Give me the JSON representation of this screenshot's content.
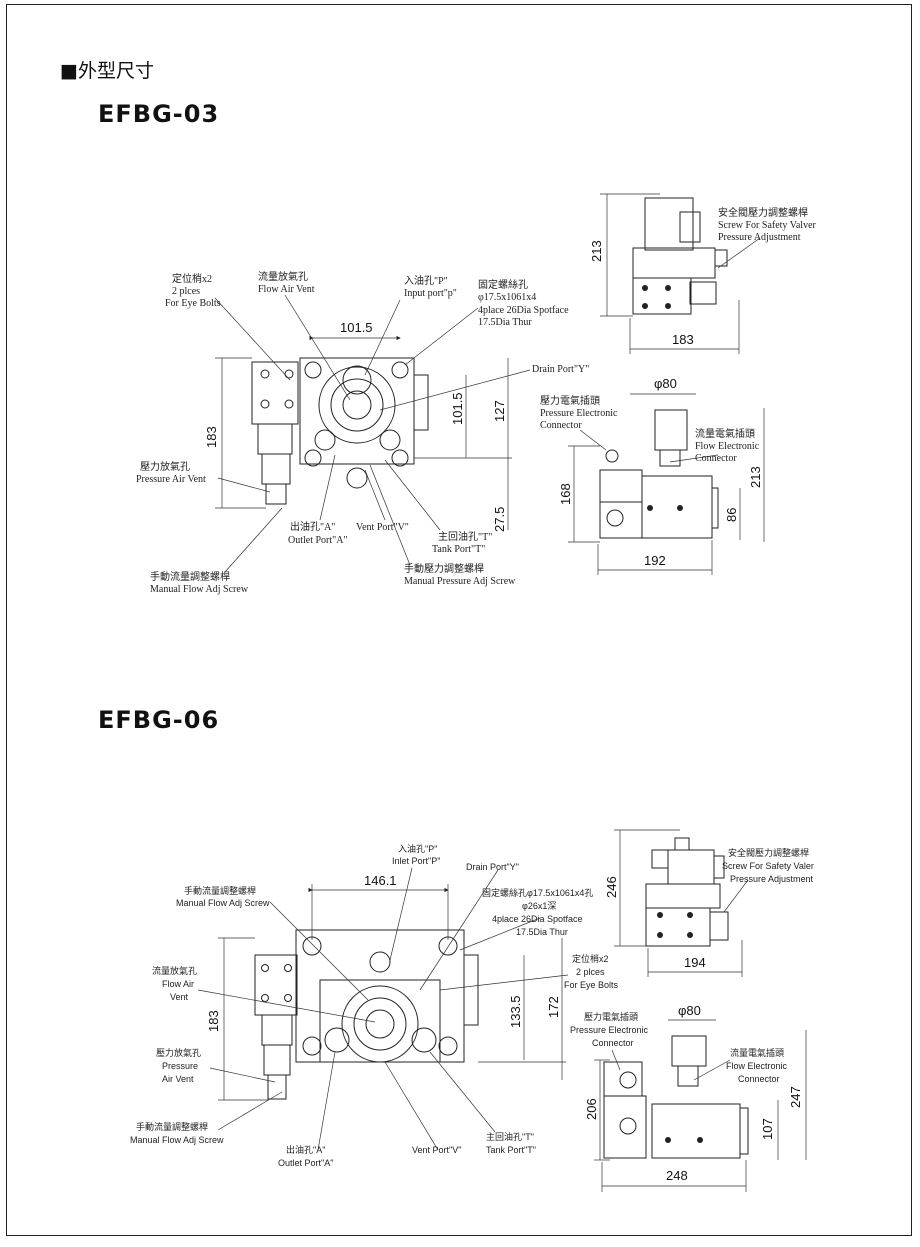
{
  "section_title": "■外型尺寸",
  "models": [
    {
      "name": "EFBG-03",
      "labels": {
        "eye_bolts": [
          "定位梢x2",
          "2 plces",
          "For Eye Bolts"
        ],
        "flow_air_vent": [
          "流量放氣孔",
          "Flow Air Vent"
        ],
        "input_port": [
          "入油孔\"P\"",
          "Input port\"p\""
        ],
        "fixing_screw": [
          "固定螺絲孔",
          "φ17.5x1061x4",
          "4place 26Dia Spotface",
          "17.5Dia Thur"
        ],
        "drain_port": "Drain Port\"Y\"",
        "pressure_air_vent": [
          "壓力放氣孔",
          "Pressure Air Vent"
        ],
        "outlet_port": [
          "出油孔\"A\"",
          "Outlet Port\"A\""
        ],
        "vent_port": "Vent Port\"V\"",
        "tank_port": [
          "主回油孔\"T\"",
          "Tank Port\"T\""
        ],
        "manual_pressure": [
          "手動壓力調整螺桿",
          "Manual Pressure Adj Screw"
        ],
        "manual_flow": [
          "手動流量調整螺桿",
          "Manual Flow Adj Screw"
        ],
        "safety_valve": [
          "安全閥壓力調整螺桿",
          "Screw For Safety Valver",
          "Pressure Adjustment"
        ],
        "pressure_connector": [
          "壓力電氣插頭",
          "Pressure Electronic",
          "Connector"
        ],
        "flow_connector": [
          "流量電氣插頭",
          "Flow Electronic",
          "Connector"
        ]
      },
      "dims": {
        "top_width": "101.5",
        "left_height": "183",
        "port_height": "101.5",
        "body_height": "127",
        "bottom_offset": "27.5",
        "side_height": "213",
        "side_width": "183",
        "conn_dia": "φ80",
        "front_height": "168",
        "front_total": "213",
        "front_mid": "86",
        "front_width": "192"
      }
    },
    {
      "name": "EFBG-06",
      "labels": {
        "input_port": [
          "入油孔\"P\"",
          "Inlet Port\"P\""
        ],
        "drain_port": "Drain Port\"Y\"",
        "manual_flow_top": [
          "手動流量調整螺桿",
          "Manual Flow Adj Screw"
        ],
        "fixing_screw": [
          "固定螺絲孔φ17.5x1061x4孔",
          "φ26x1深",
          "4place 26Dia Spotface",
          "17.5Dia Thur"
        ],
        "eye_bolts": [
          "定位梢x2",
          "2 plces",
          "For Eye Bolts"
        ],
        "flow_air_vent": [
          "流量放氣孔",
          "Flow Air",
          "Vent"
        ],
        "pressure_air_vent": [
          "壓力放氣孔",
          "Pressure",
          "Air Vent"
        ],
        "manual_flow": [
          "手動流量調整螺桿",
          "Manual Flow Adj Screw"
        ],
        "outlet_port": [
          "出油孔\"A\"",
          "Outlet Port\"A\""
        ],
        "vent_port": "Vent Port\"V\"",
        "tank_port": [
          "主回油孔\"T\"",
          "Tank Port\"T\""
        ],
        "safety_valve": [
          "安全閥壓力調整螺桿",
          "Screw For Safety Valer",
          "Pressure Adjustment"
        ],
        "pressure_connector": [
          "壓力電氣插頭",
          "Pressure Electronic",
          "Connector"
        ],
        "flow_connector": [
          "流量電氣插頭",
          "Flow Electronic",
          "Connector"
        ]
      },
      "dims": {
        "top_width": "146.1",
        "left_height": "183",
        "port_height": "133.5",
        "body_height": "172",
        "side_height": "246",
        "side_width": "194",
        "conn_dia": "φ80",
        "front_height": "206",
        "front_total": "247",
        "front_mid": "107",
        "front_width": "248"
      }
    }
  ]
}
